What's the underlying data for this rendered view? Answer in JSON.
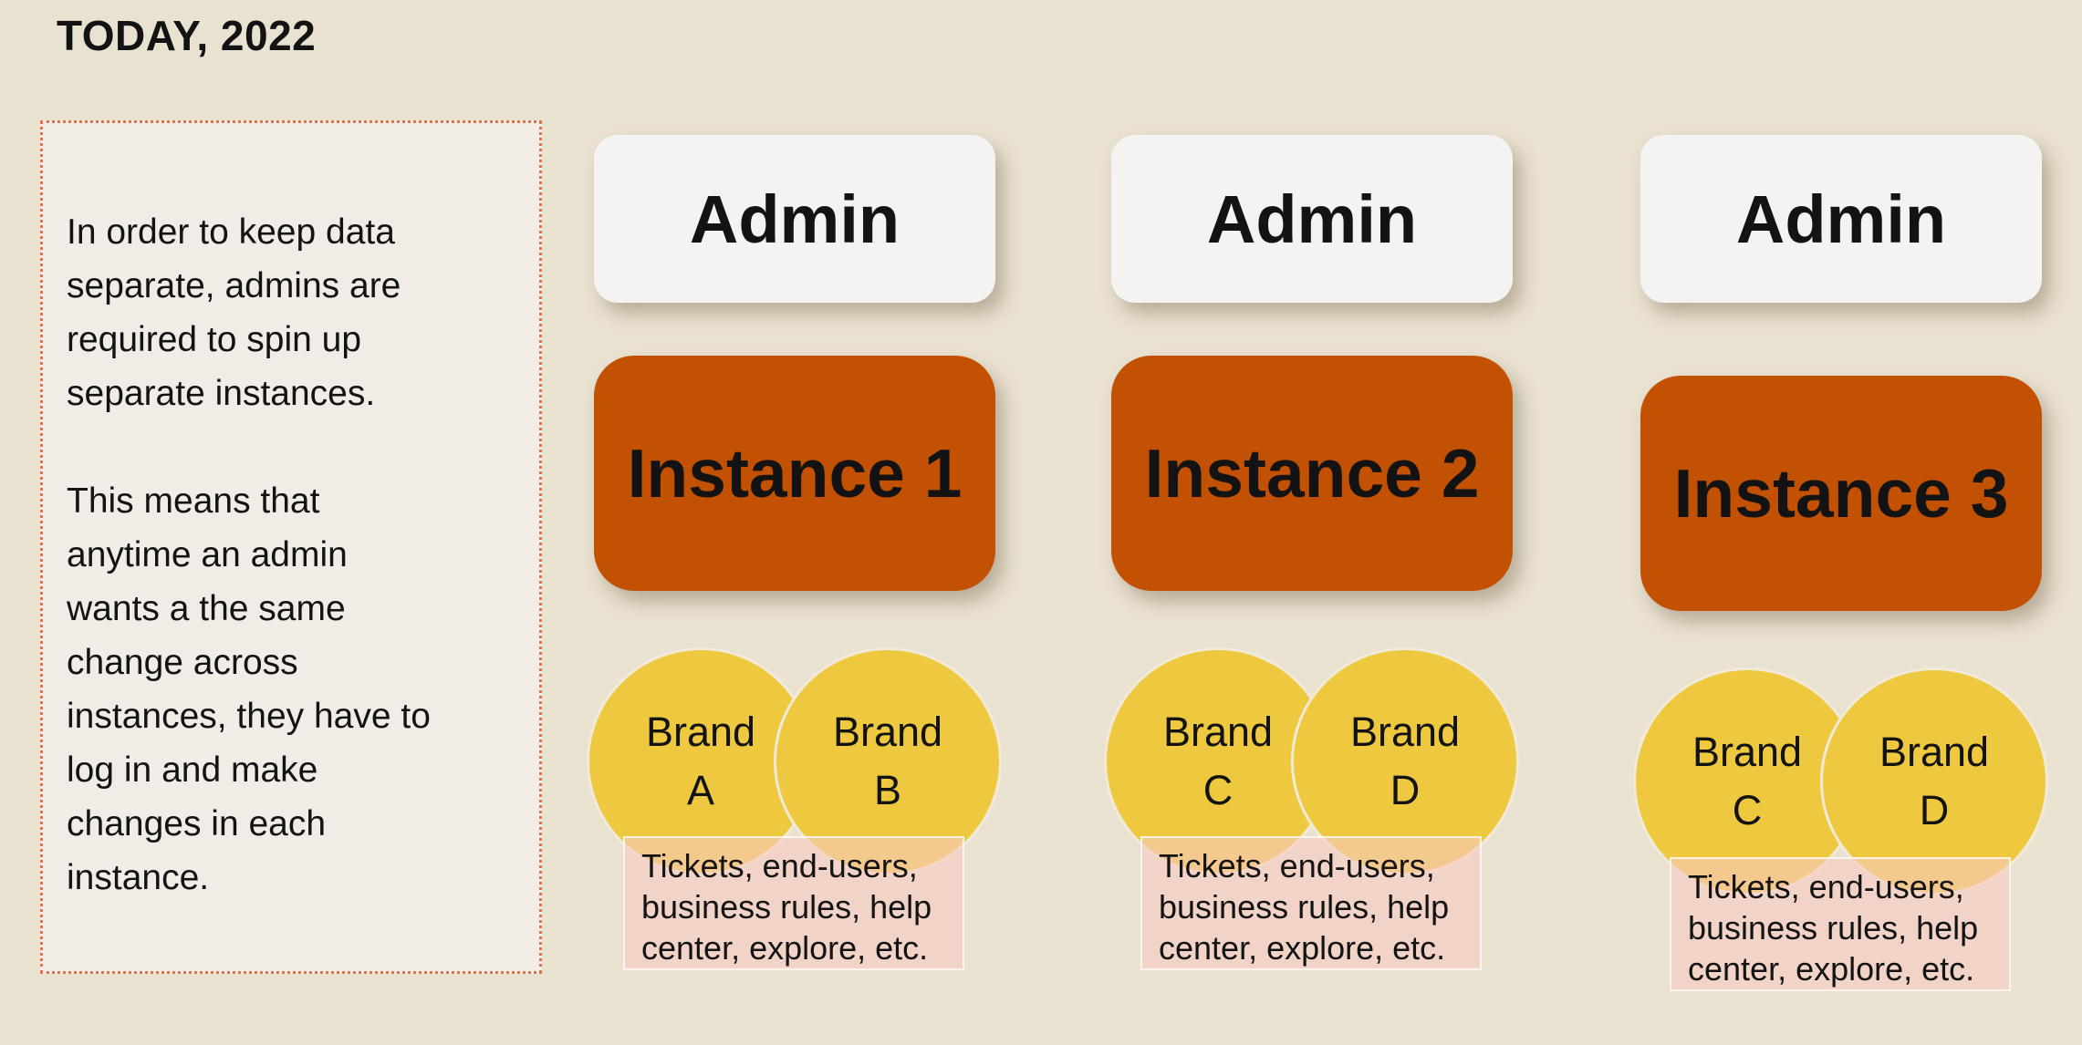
{
  "title": "TODAY, 2022",
  "note": {
    "paragraph1": "In order to keep data\nseparate, admins are\nrequired to spin up\nseparate instances.",
    "paragraph2": "This means that\nanytime an admin\nwants a the same\nchange across\ninstances, they have to\nlog in and make\nchanges in each\ninstance."
  },
  "columns": [
    {
      "admin": "Admin",
      "instance": "Instance 1",
      "brand_left": "Brand\nA",
      "brand_right": "Brand\nB",
      "shared": "Tickets, end-users,\nbusiness rules, help\ncenter, explore, etc."
    },
    {
      "admin": "Admin",
      "instance": "Instance 2",
      "brand_left": "Brand\nC",
      "brand_right": "Brand\nD",
      "shared": "Tickets, end-users,\nbusiness rules, help\ncenter, explore, etc."
    },
    {
      "admin": "Admin",
      "instance": "Instance 3",
      "brand_left": "Brand\nC",
      "brand_right": "Brand\nD",
      "shared": "Tickets, end-users,\nbusiness rules, help\ncenter, explore, etc."
    }
  ],
  "colors": {
    "background": "#eae2d1",
    "note_background": "#f2ece7",
    "note_border": "#e0714a",
    "admin_box": "#f4f3f1",
    "instance_box": "#c35103",
    "brand_circle": "#eec83e",
    "brand_circle_outline": "#f2ead9",
    "shared_box": "#f7c9c0",
    "text": "#131313"
  }
}
